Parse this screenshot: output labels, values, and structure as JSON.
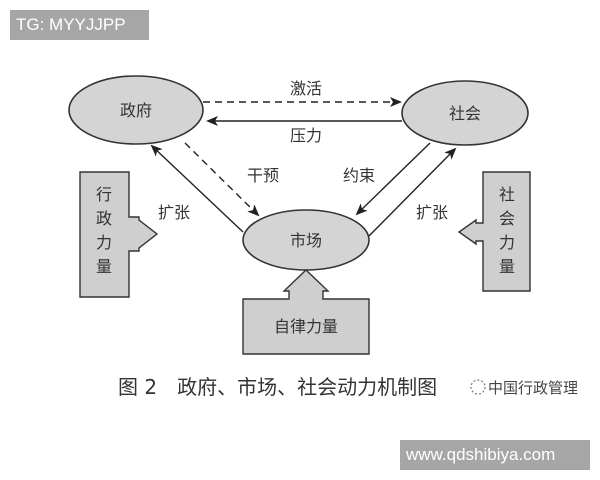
{
  "watermarks": {
    "top": "TG: MYYJJPP",
    "bottom": "www.qdshibiya.com"
  },
  "diagram": {
    "nodes": {
      "government": "政府",
      "society": "社会",
      "market": "市场"
    },
    "forces": {
      "administrative": [
        "行",
        "政",
        "力",
        "量"
      ],
      "social": [
        "社",
        "会",
        "力",
        "量"
      ],
      "self_discipline": "自律力量"
    },
    "edges": {
      "activate": "激活",
      "pressure": "压力",
      "intervene": "干预",
      "constrain": "约束",
      "expand_left": "扩张",
      "expand_right": "扩张"
    },
    "caption": "图 2　政府、市场、社会动力机制图",
    "source_brand": "中国行政管理"
  },
  "colors": {
    "node_fill": "#d4d4d4",
    "box_fill": "#cfcfcf",
    "stroke": "#333333",
    "watermark_bg": "#a6a6a6"
  }
}
